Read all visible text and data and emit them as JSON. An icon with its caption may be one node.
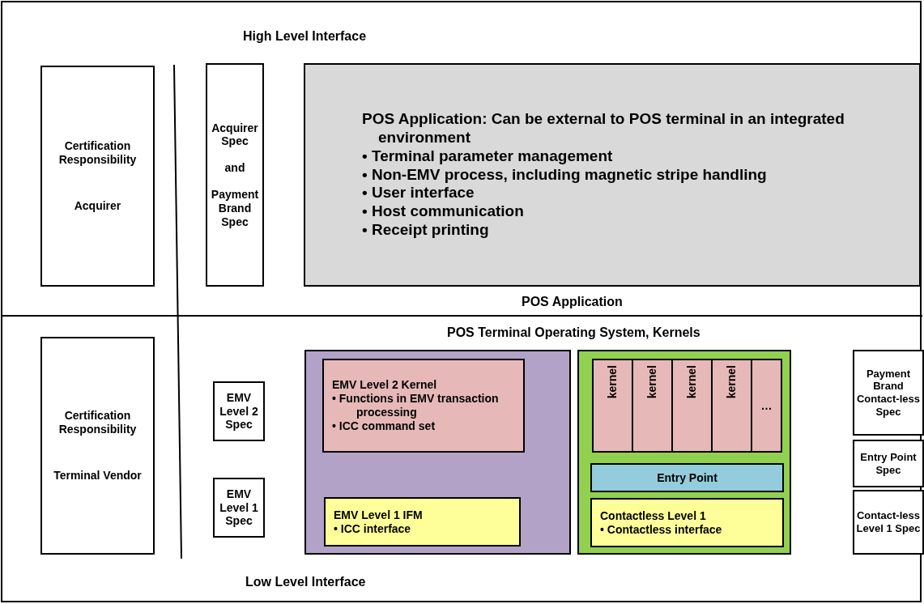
{
  "diagram": {
    "nodes": [
      {
        "text": [
          "Certification Responsibility",
          "Acquirer"
        ]
      },
      {
        "text": [
          "Acquirer Spec",
          "and",
          "Payment Brand Spec"
        ]
      },
      {
        "text": [
          "POS Application: Can be external to POS terminal in an integrated environment",
          "• Terminal parameter management",
          "• Non-EMV process, including magnetic stripe handling",
          "• User interface",
          "• Host communication",
          "• Receipt printing"
        ]
      },
      {
        "text": [
          "Certification Responsibility",
          "Terminal Vendor"
        ]
      },
      {
        "text": [
          "EMV Level 2 Spec"
        ]
      },
      {
        "text": [
          "EMV Level 1 Spec"
        ]
      },
      {
        "text": [],
        "shape": "box"
      },
      {
        "text": [
          "EMV Level 2 Kernel",
          "• Functions in EMV transaction processing",
          "• ICC command set"
        ],
        "in": 6
      },
      {
        "text": [
          "EMV Level 1 IFM",
          "• ICC interface"
        ],
        "in": 6
      },
      {
        "text": [],
        "shape": "box"
      },
      {
        "text": [
          "kernel"
        ],
        "in": 9
      },
      {
        "text": [
          "kernel"
        ],
        "in": 9
      },
      {
        "text": [
          "kernel"
        ],
        "in": 9
      },
      {
        "text": [
          "kernel"
        ],
        "in": 9
      },
      {
        "text": [
          "…"
        ],
        "in": 9
      },
      {
        "text": [
          "Entry Point"
        ],
        "in": 9
      },
      {
        "text": [
          "Contactless Level 1",
          "• Contactless interface"
        ],
        "in": 9
      },
      {
        "text": [
          "Payment Brand Contact-less Spec"
        ]
      },
      {
        "text": [
          "Entry Point Spec"
        ]
      },
      {
        "text": [
          "Contact-less Level 1 Spec"
        ]
      }
    ],
    "edges": [],
    "labels": [
      "High Level Interface",
      "POS Application",
      "POS Terminal Operating System, Kernels",
      "Low Level Interface"
    ]
  }
}
